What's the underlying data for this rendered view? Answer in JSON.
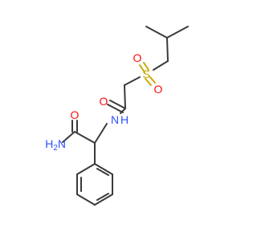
{
  "molecule": {
    "atoms": {
      "sulfur": "S",
      "sulfonyl_oxygen_left": "O",
      "sulfonyl_oxygen_right": "O",
      "carbonyl_oxygen_amide": "O",
      "amide_nitrogen": "N",
      "amide_hydrogen": "H",
      "carbonyl_oxygen_primary": "O",
      "primary_amine": "NH",
      "primary_amine_subscript": "2"
    }
  },
  "colors": {
    "bond": "#3a3a3a",
    "carbon": "#3a3a3a",
    "oxygen": "#ff0d0d",
    "nitrogen": "#3050f8",
    "sulfur": "#c8a800",
    "background": "#ffffff"
  }
}
